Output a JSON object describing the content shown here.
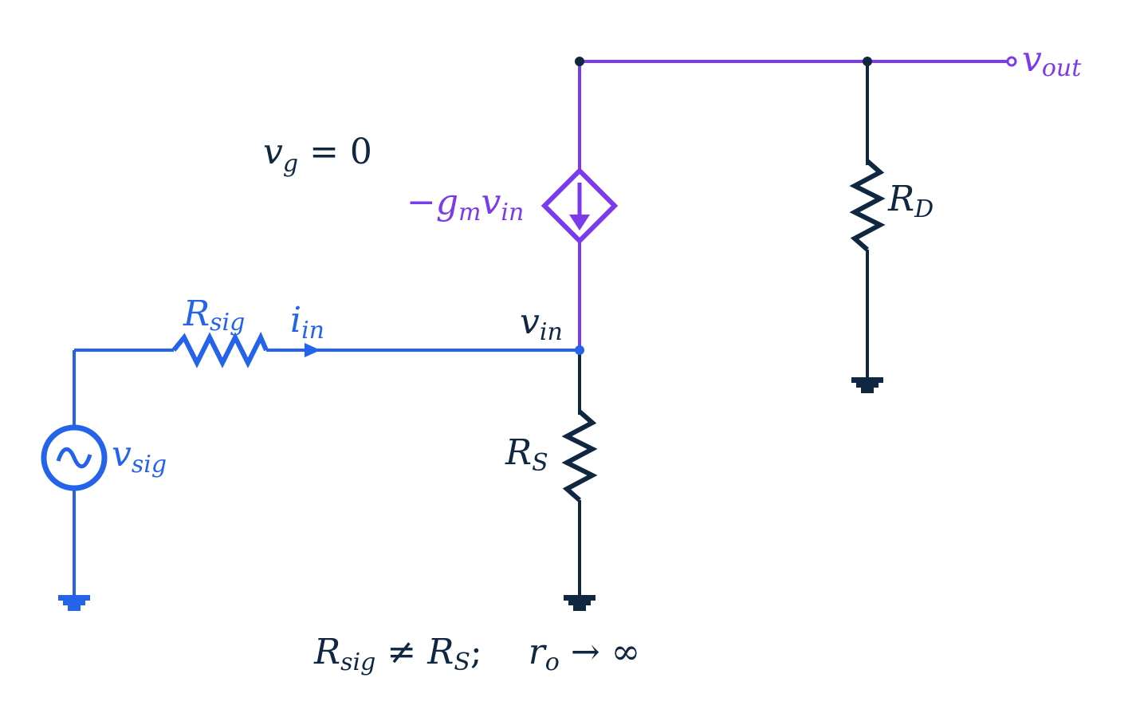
{
  "colors": {
    "background": "#ffffff",
    "dark": "#0f2741",
    "blue": "#2563eb",
    "purple": "#7c3aed"
  },
  "labels": {
    "vout": {
      "main": "v",
      "sub": "out"
    },
    "vg_eq": {
      "main": "v",
      "sub": "g",
      "rest": " = 0"
    },
    "dep_source": {
      "minus": "−",
      "g": "g",
      "m": "m",
      "v": "v",
      "in": "in"
    },
    "rd": {
      "main": "R",
      "sub": "D"
    },
    "rsig": {
      "main": "R",
      "sub": "sig"
    },
    "iin": {
      "main": "i",
      "sub": "in"
    },
    "vin": {
      "main": "v",
      "sub": "in"
    },
    "rs": {
      "main": "R",
      "sub": "S"
    },
    "vsig": {
      "main": "v",
      "sub": "sig"
    }
  },
  "condition": {
    "rsig_main": "R",
    "rsig_sub": "sig",
    "neq": " ≠ ",
    "rs_main": "R",
    "rs_sub": "S",
    "semicolon": ";",
    "ro_main": "r",
    "ro_sub": "o",
    "arrow": " → ",
    "infinity": "∞"
  }
}
